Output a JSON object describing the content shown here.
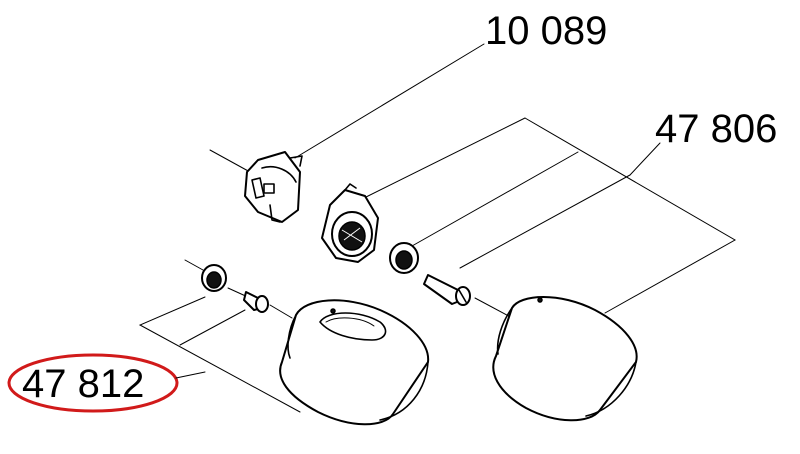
{
  "labels": {
    "part_top": "10 089",
    "part_right": "47 806",
    "part_left": "47 812"
  },
  "colors": {
    "line": "#000000",
    "background": "#ffffff",
    "highlight_ring": "#d11a1a"
  }
}
